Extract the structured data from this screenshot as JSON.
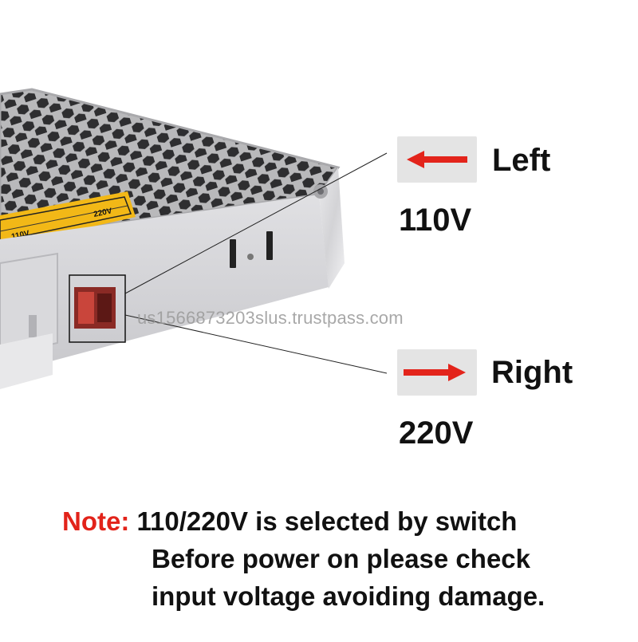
{
  "left_option": {
    "direction": "Left",
    "voltage": "110V"
  },
  "right_option": {
    "direction": "Right",
    "voltage": "220V"
  },
  "label_sticker": {
    "low": "110V",
    "high": "220V"
  },
  "watermark": "us1566873203slus.trustpass.com",
  "note": {
    "prefix": "Note:",
    "line1": "110/220V is selected by switch",
    "line2": "Before power on please check",
    "line3": "input voltage avoiding damage."
  },
  "colors": {
    "arrow": "#e3241b",
    "note_prefix": "#e2231a",
    "arrow_box": "#e4e4e4",
    "switch": "#8a2a25"
  },
  "icons": {
    "left_arrow": "arrow-left-icon",
    "right_arrow": "arrow-right-icon"
  }
}
